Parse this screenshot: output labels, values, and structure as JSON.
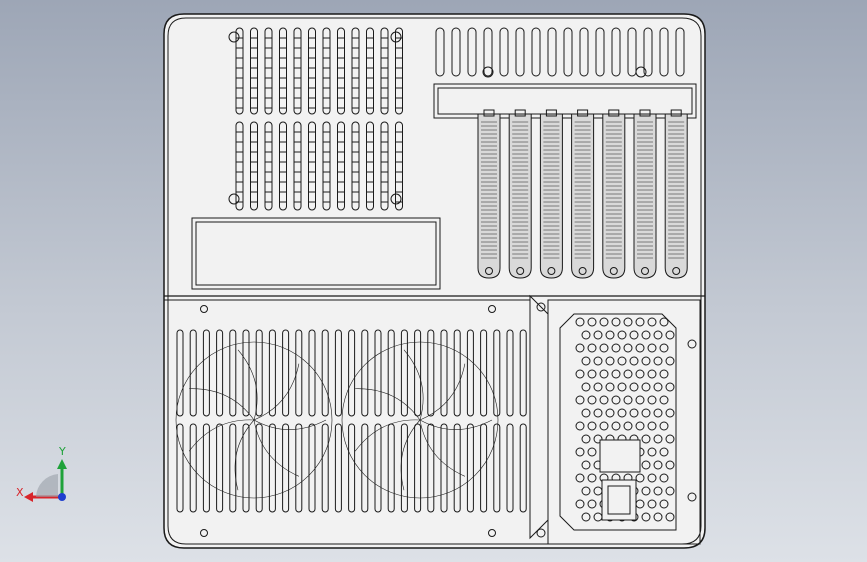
{
  "viewport": {
    "background_top": "#9da6b6",
    "background_bottom": "#dde1e7",
    "part_fill": "#f2f2f2",
    "line_color": "#1a1a1a"
  },
  "chassis": {
    "name": "rear-panel",
    "expansion_slot_count": 7,
    "upper_vent_columns": 12,
    "lower_vent_columns": 27
  },
  "triad": {
    "x_label": "X",
    "y_label": "Y",
    "x_color": "#d8252b",
    "y_color": "#1fa23a",
    "z_color": "#1f3fcf"
  }
}
